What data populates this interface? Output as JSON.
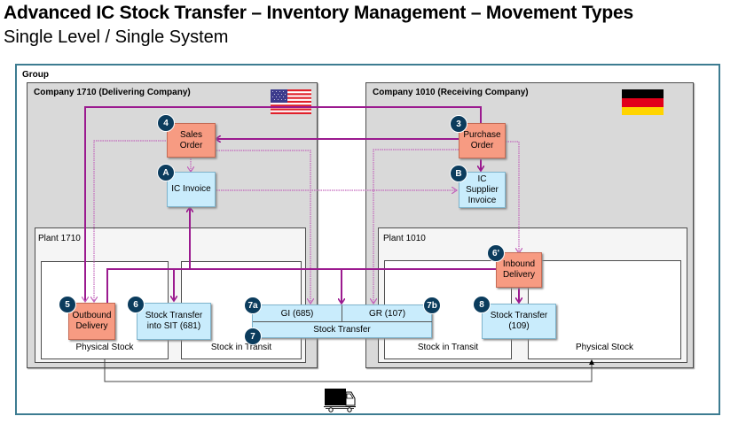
{
  "title": "Advanced IC Stock Transfer – Inventory Management – Movement Types",
  "subtitle": "Single Level / Single System",
  "group": {
    "label": "Group",
    "border_color": "#3d7c91"
  },
  "colors": {
    "document_orange": "#f79b82",
    "document_blue": "#c9ecfc",
    "badge": "#0b3c5d",
    "flow_purple": "#9b1a8f",
    "company_bg": "#d9d9d9"
  },
  "delivering": {
    "company_label": "Company 1710 (Delivering Company)",
    "flag_icon": "us-flag-icon",
    "plant_label": "Plant 1710",
    "physical_stock_label": "Physical Stock",
    "stock_in_transit_label": "Stock in Transit",
    "sales_order": {
      "badge": "4",
      "label": "Sales Order"
    },
    "ic_invoice": {
      "badge": "A",
      "label": "IC Invoice"
    },
    "outbound_delivery": {
      "badge": "5",
      "label": "Outbound Delivery"
    },
    "stock_transfer_sit": {
      "badge": "6",
      "label": "Stock Transfer into SIT (681)"
    }
  },
  "receiving": {
    "company_label": "Company 1010 (Receiving Company)",
    "flag_icon": "de-flag-icon",
    "plant_label": "Plant 1010",
    "physical_stock_label": "Physical Stock",
    "stock_in_transit_label": "Stock in Transit",
    "purchase_order": {
      "badge": "3",
      "label": "Purchase Order"
    },
    "ic_supplier_invoice": {
      "badge": "B",
      "label": "IC Supplier Invoice"
    },
    "inbound_delivery": {
      "badge": "6'",
      "label": "Inbound Delivery"
    },
    "stock_transfer_109": {
      "badge": "8",
      "label": "Stock Transfer (109)"
    }
  },
  "stock_transfer": {
    "badge": "7",
    "label": "Stock Transfer",
    "gi": {
      "badge": "7a",
      "label": "GI (685)"
    },
    "gr": {
      "badge": "7b",
      "label": "GR (107)"
    }
  },
  "transport_icon": "truck-icon"
}
